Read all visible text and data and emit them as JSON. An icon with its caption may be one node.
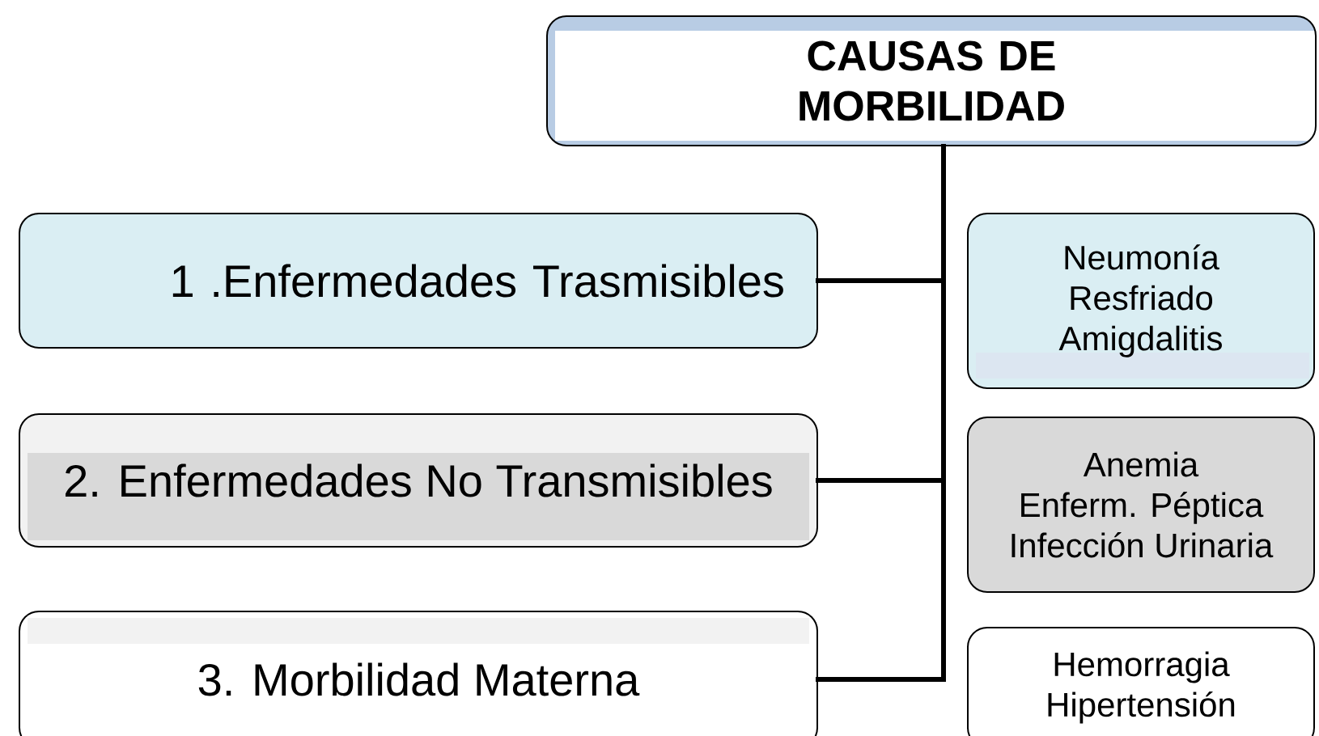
{
  "diagram": {
    "nodes": [
      {
        "text": [
          "CAUSAS DE MORBILIDAD"
        ]
      },
      {
        "text": [
          "1 .Enfermedades Trasmisibles"
        ]
      },
      {
        "text": [
          "2. Enfermedades No Transmisibles"
        ]
      },
      {
        "text": [
          "3. Morbilidad Materna"
        ]
      },
      {
        "text": [
          "Neumonía",
          "Resfriado",
          "Amigdalitis"
        ]
      },
      {
        "text": [
          "Anemia",
          "Enferm. Péptica",
          "Infección Urinaria"
        ]
      },
      {
        "text": [
          "Hemorragia",
          "Hipertensión"
        ]
      }
    ],
    "edges": [
      {
        "from": 0,
        "to": 1,
        "arrow": "none"
      },
      {
        "from": 0,
        "to": 2,
        "arrow": "none"
      },
      {
        "from": 0,
        "to": 3,
        "arrow": "none"
      }
    ]
  }
}
